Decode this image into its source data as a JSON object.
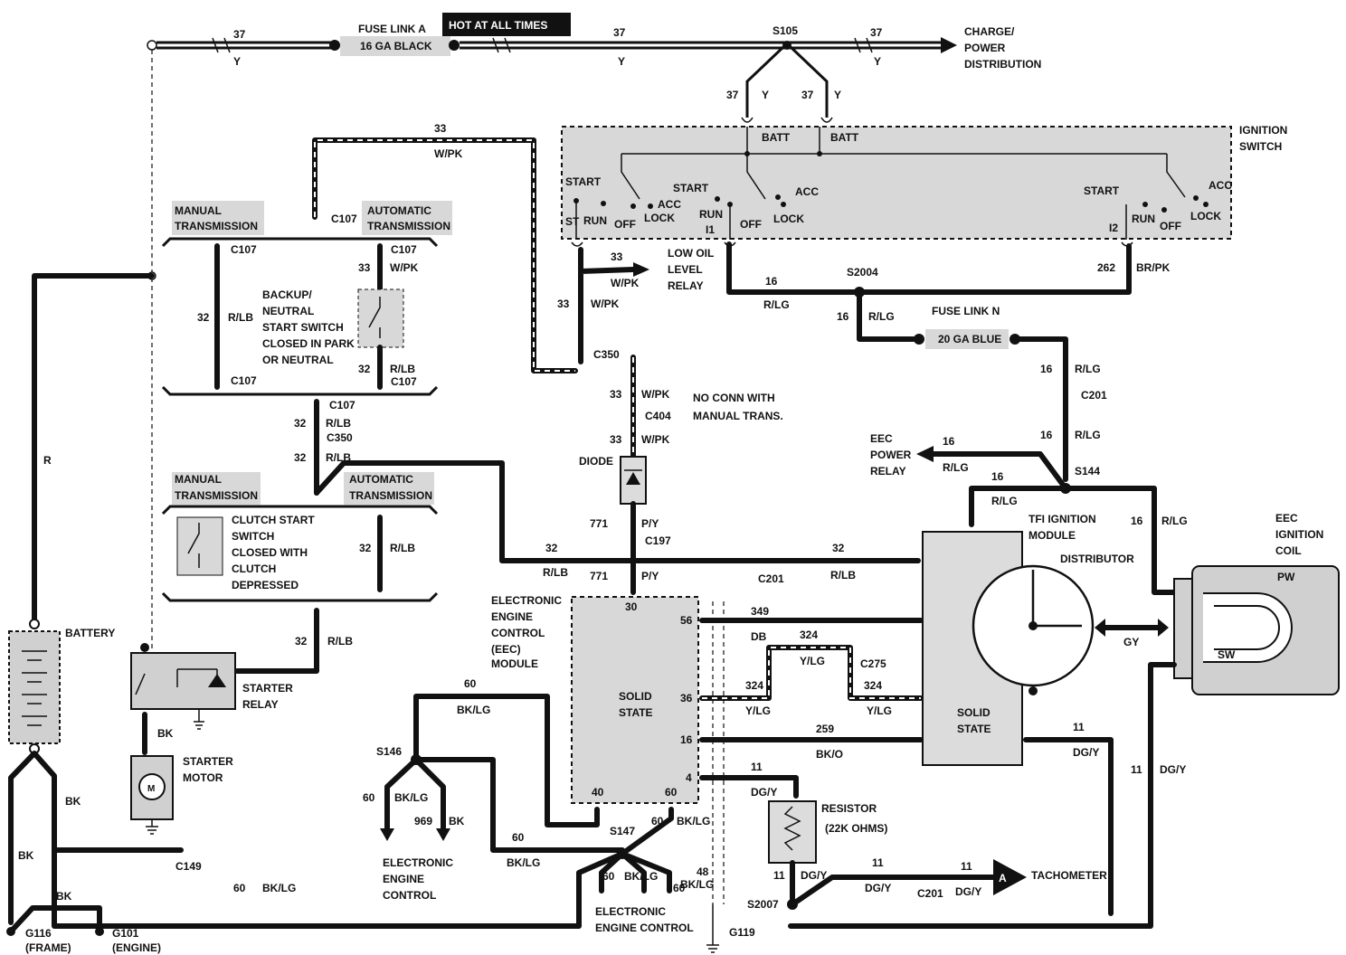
{
  "header": {
    "hot_label": "HOT AT ALL TIMES",
    "fuse_a_title": "FUSE LINK A",
    "fuse_a_spec": "16 GA BLACK",
    "splice_s105": "S105",
    "charge_1": "CHARGE/",
    "charge_2": "POWER",
    "charge_3": "DISTRIBUTION"
  },
  "wires": {
    "w37": "37",
    "y": "Y",
    "w33": "33",
    "wpk": "W/PK",
    "w32": "32",
    "rlb": "R/LB",
    "w16": "16",
    "rlg": "R/LG",
    "w262": "262",
    "brpk": "BR/PK",
    "w771": "771",
    "py": "P/Y",
    "w349": "349",
    "db": "DB",
    "w324": "324",
    "ylg": "Y/LG",
    "w259": "259",
    "bko": "BK/O",
    "w11": "11",
    "dgy": "DG/Y",
    "w60": "60",
    "bklg": "BK/LG",
    "w969": "969",
    "w48": "48",
    "r": "R",
    "bk": "BK",
    "gy": "GY"
  },
  "ignition": {
    "title_1": "IGNITION",
    "title_2": "SWITCH",
    "batt": "BATT",
    "start": "START",
    "acc": "ACC",
    "run": "RUN",
    "off": "OFF",
    "lock": "LOCK",
    "st": "ST",
    "i1": "I1",
    "i2": "I2"
  },
  "connectors": {
    "c107": "C107",
    "c350": "C350",
    "c404": "C404",
    "c197": "C197",
    "c201": "C201",
    "c275": "C275",
    "c149": "C149",
    "s2004": "S2004",
    "s144": "S144",
    "s146": "S146",
    "s147": "S147",
    "s2007": "S2007",
    "g116": "G116",
    "g116_note": "(FRAME)",
    "g101": "G101",
    "g101_note": "(ENGINE)",
    "g119": "G119"
  },
  "labels": {
    "manual_1": "MANUAL",
    "manual_2": "TRANSMISSION",
    "auto_1": "AUTOMATIC",
    "auto_2": "TRANSMISSION",
    "backup_1": "BACKUP/",
    "backup_2": "NEUTRAL",
    "backup_3": "START SWITCH",
    "backup_4": "CLOSED IN PARK",
    "backup_5": "OR NEUTRAL",
    "clutch_1": "CLUTCH START",
    "clutch_2": "SWITCH",
    "clutch_3": "CLOSED WITH",
    "clutch_4": "CLUTCH",
    "clutch_5": "DEPRESSED",
    "oil_1": "LOW OIL",
    "oil_2": "LEVEL",
    "oil_3": "RELAY",
    "noconn_1": "NO CONN WITH",
    "noconn_2": "MANUAL TRANS.",
    "fuse_n_title": "FUSE LINK N",
    "fuse_n_spec": "20 GA BLUE",
    "eec_relay_1": "EEC",
    "eec_relay_2": "POWER",
    "eec_relay_3": "RELAY",
    "diode": "DIODE",
    "eec_1": "ELECTRONIC",
    "eec_2": "ENGINE",
    "eec_3": "CONTROL",
    "eec_4": "(EEC)",
    "eec_5": "MODULE",
    "solid": "SOLID",
    "state": "STATE",
    "pin30": "30",
    "pin56": "56",
    "pin36": "36",
    "pin16": "16",
    "pin4": "4",
    "pin40": "40",
    "pin60": "60",
    "tfi_1": "TFI IGNITION",
    "tfi_2": "MODULE",
    "distributor": "DISTRIBUTOR",
    "coil_1": "EEC",
    "coil_2": "IGNITION",
    "coil_3": "COIL",
    "pw": "PW",
    "sw": "SW",
    "resistor": "RESISTOR",
    "resistor_val": "(22K OHMS)",
    "tach": "TACHOMETER",
    "tach_a": "A",
    "battery": "BATTERY",
    "starter_relay_1": "STARTER",
    "starter_relay_2": "RELAY",
    "starter_motor_1": "STARTER",
    "starter_motor_2": "MOTOR",
    "motor_m": "M",
    "eec_out_1": "ELECTRONIC",
    "eec_out_2": "ENGINE",
    "eec_out_3": "CONTROL",
    "eec_bottom": "ELECTRONIC",
    "eec_bottom_2": "ENGINE  CONTROL"
  }
}
